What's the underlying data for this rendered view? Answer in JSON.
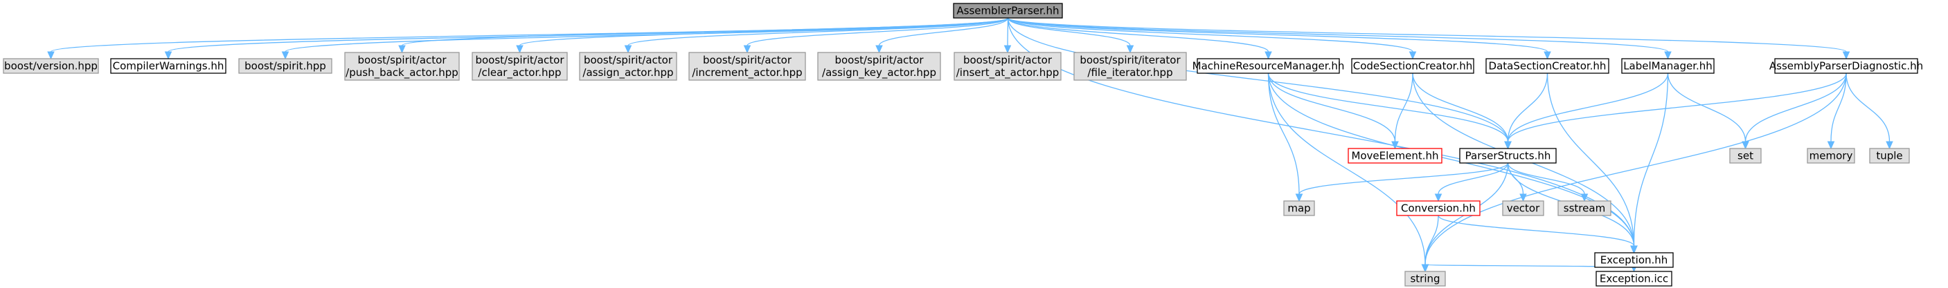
{
  "graph": {
    "colors": {
      "edge": "#63b8ff",
      "root_fill": "#999999",
      "system_fill": "#e0e0e0",
      "project_fill": "#ffffff",
      "undocumented_stroke": "#ff0000",
      "default_stroke": "#000000"
    },
    "nodes": [
      {
        "id": "AssemblerParser",
        "lines": [
          "AssemblerParser.hh"
        ],
        "kind": "root"
      },
      {
        "id": "boost_version",
        "lines": [
          "boost/version.hpp"
        ],
        "kind": "system"
      },
      {
        "id": "CompilerWarnings",
        "lines": [
          "CompilerWarnings.hh"
        ],
        "kind": "project"
      },
      {
        "id": "boost_spirit",
        "lines": [
          "boost/spirit.hpp"
        ],
        "kind": "system"
      },
      {
        "id": "push_back_actor",
        "lines": [
          "boost/spirit/actor",
          "/push_back_actor.hpp"
        ],
        "kind": "system"
      },
      {
        "id": "clear_actor",
        "lines": [
          "boost/spirit/actor",
          "/clear_actor.hpp"
        ],
        "kind": "system"
      },
      {
        "id": "assign_actor",
        "lines": [
          "boost/spirit/actor",
          "/assign_actor.hpp"
        ],
        "kind": "system"
      },
      {
        "id": "increment_actor",
        "lines": [
          "boost/spirit/actor",
          "/increment_actor.hpp"
        ],
        "kind": "system"
      },
      {
        "id": "assign_key_actor",
        "lines": [
          "boost/spirit/actor",
          "/assign_key_actor.hpp"
        ],
        "kind": "system"
      },
      {
        "id": "insert_at_actor",
        "lines": [
          "boost/spirit/actor",
          "/insert_at_actor.hpp"
        ],
        "kind": "system"
      },
      {
        "id": "file_iterator",
        "lines": [
          "boost/spirit/iterator",
          "/file_iterator.hpp"
        ],
        "kind": "system"
      },
      {
        "id": "MachineResourceManager",
        "lines": [
          "MachineResourceManager.hh"
        ],
        "kind": "project"
      },
      {
        "id": "CodeSectionCreator",
        "lines": [
          "CodeSectionCreator.hh"
        ],
        "kind": "project"
      },
      {
        "id": "DataSectionCreator",
        "lines": [
          "DataSectionCreator.hh"
        ],
        "kind": "project"
      },
      {
        "id": "LabelManager",
        "lines": [
          "LabelManager.hh"
        ],
        "kind": "project"
      },
      {
        "id": "AssemblyParserDiagnostic",
        "lines": [
          "AssemblyParserDiagnostic.hh"
        ],
        "kind": "project"
      },
      {
        "id": "MoveElement",
        "lines": [
          "MoveElement.hh"
        ],
        "kind": "undocumented"
      },
      {
        "id": "ParserStructs",
        "lines": [
          "ParserStructs.hh"
        ],
        "kind": "project"
      },
      {
        "id": "set",
        "lines": [
          "set"
        ],
        "kind": "system"
      },
      {
        "id": "memory",
        "lines": [
          "memory"
        ],
        "kind": "system"
      },
      {
        "id": "tuple",
        "lines": [
          "tuple"
        ],
        "kind": "system"
      },
      {
        "id": "map",
        "lines": [
          "map"
        ],
        "kind": "system"
      },
      {
        "id": "Conversion",
        "lines": [
          "Conversion.hh"
        ],
        "kind": "undocumented"
      },
      {
        "id": "vector",
        "lines": [
          "vector"
        ],
        "kind": "system"
      },
      {
        "id": "sstream",
        "lines": [
          "sstream"
        ],
        "kind": "system"
      },
      {
        "id": "Exception",
        "lines": [
          "Exception.hh"
        ],
        "kind": "project"
      },
      {
        "id": "string",
        "lines": [
          "string"
        ],
        "kind": "system"
      },
      {
        "id": "Exception_icc",
        "lines": [
          "Exception.icc"
        ],
        "kind": "project"
      }
    ],
    "edges": [
      [
        "AssemblerParser",
        "boost_version"
      ],
      [
        "AssemblerParser",
        "CompilerWarnings"
      ],
      [
        "AssemblerParser",
        "boost_spirit"
      ],
      [
        "AssemblerParser",
        "push_back_actor"
      ],
      [
        "AssemblerParser",
        "clear_actor"
      ],
      [
        "AssemblerParser",
        "assign_actor"
      ],
      [
        "AssemblerParser",
        "increment_actor"
      ],
      [
        "AssemblerParser",
        "assign_key_actor"
      ],
      [
        "AssemblerParser",
        "insert_at_actor"
      ],
      [
        "AssemblerParser",
        "file_iterator"
      ],
      [
        "AssemblerParser",
        "MachineResourceManager"
      ],
      [
        "AssemblerParser",
        "CodeSectionCreator"
      ],
      [
        "AssemblerParser",
        "DataSectionCreator"
      ],
      [
        "AssemblerParser",
        "LabelManager"
      ],
      [
        "AssemblerParser",
        "AssemblyParserDiagnostic"
      ],
      [
        "AssemblerParser",
        "ParserStructs"
      ],
      [
        "AssemblerParser",
        "Exception"
      ],
      [
        "MachineResourceManager",
        "ParserStructs"
      ],
      [
        "MachineResourceManager",
        "MoveElement"
      ],
      [
        "MachineResourceManager",
        "map"
      ],
      [
        "MachineResourceManager",
        "Exception"
      ],
      [
        "MachineResourceManager",
        "string"
      ],
      [
        "CodeSectionCreator",
        "MoveElement"
      ],
      [
        "CodeSectionCreator",
        "ParserStructs"
      ],
      [
        "CodeSectionCreator",
        "Exception"
      ],
      [
        "DataSectionCreator",
        "ParserStructs"
      ],
      [
        "DataSectionCreator",
        "Exception"
      ],
      [
        "LabelManager",
        "ParserStructs"
      ],
      [
        "LabelManager",
        "set"
      ],
      [
        "LabelManager",
        "Exception"
      ],
      [
        "AssemblyParserDiagnostic",
        "ParserStructs"
      ],
      [
        "AssemblyParserDiagnostic",
        "set"
      ],
      [
        "AssemblyParserDiagnostic",
        "memory"
      ],
      [
        "AssemblyParserDiagnostic",
        "tuple"
      ],
      [
        "AssemblyParserDiagnostic",
        "string"
      ],
      [
        "ParserStructs",
        "map"
      ],
      [
        "ParserStructs",
        "Conversion"
      ],
      [
        "ParserStructs",
        "vector"
      ],
      [
        "ParserStructs",
        "sstream"
      ],
      [
        "ParserStructs",
        "Exception"
      ],
      [
        "ParserStructs",
        "string"
      ],
      [
        "Conversion",
        "Exception"
      ],
      [
        "Conversion",
        "string"
      ],
      [
        "Exception",
        "string"
      ],
      [
        "Exception",
        "Exception_icc"
      ]
    ]
  }
}
